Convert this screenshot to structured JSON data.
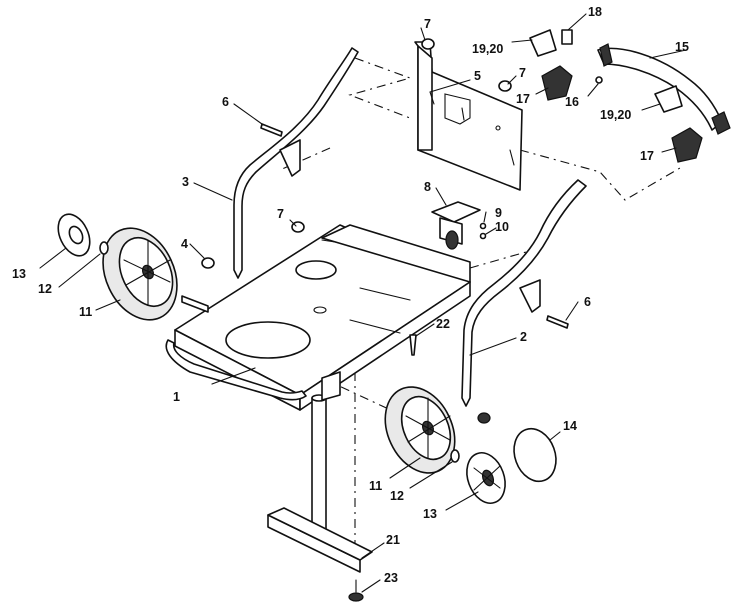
{
  "diagram": {
    "callouts": [
      {
        "id": "c1",
        "label": "1"
      },
      {
        "id": "c2",
        "label": "2"
      },
      {
        "id": "c3",
        "label": "3"
      },
      {
        "id": "c4",
        "label": "4"
      },
      {
        "id": "c5",
        "label": "5"
      },
      {
        "id": "c6a",
        "label": "6"
      },
      {
        "id": "c6b",
        "label": "6"
      },
      {
        "id": "c7a",
        "label": "7"
      },
      {
        "id": "c7b",
        "label": "7"
      },
      {
        "id": "c7c",
        "label": "7"
      },
      {
        "id": "c8",
        "label": "8"
      },
      {
        "id": "c9",
        "label": "9"
      },
      {
        "id": "c10",
        "label": "10"
      },
      {
        "id": "c11a",
        "label": "11"
      },
      {
        "id": "c11b",
        "label": "11"
      },
      {
        "id": "c12a",
        "label": "12"
      },
      {
        "id": "c12b",
        "label": "12"
      },
      {
        "id": "c13a",
        "label": "13"
      },
      {
        "id": "c13b",
        "label": "13"
      },
      {
        "id": "c14",
        "label": "14"
      },
      {
        "id": "c15",
        "label": "15"
      },
      {
        "id": "c16",
        "label": "16"
      },
      {
        "id": "c17a",
        "label": "17"
      },
      {
        "id": "c17b",
        "label": "17"
      },
      {
        "id": "c18",
        "label": "18"
      },
      {
        "id": "c19a",
        "label": "19,20"
      },
      {
        "id": "c19b",
        "label": "19,20"
      },
      {
        "id": "c21",
        "label": "21"
      },
      {
        "id": "c22",
        "label": "22"
      },
      {
        "id": "c23",
        "label": "23"
      }
    ]
  }
}
